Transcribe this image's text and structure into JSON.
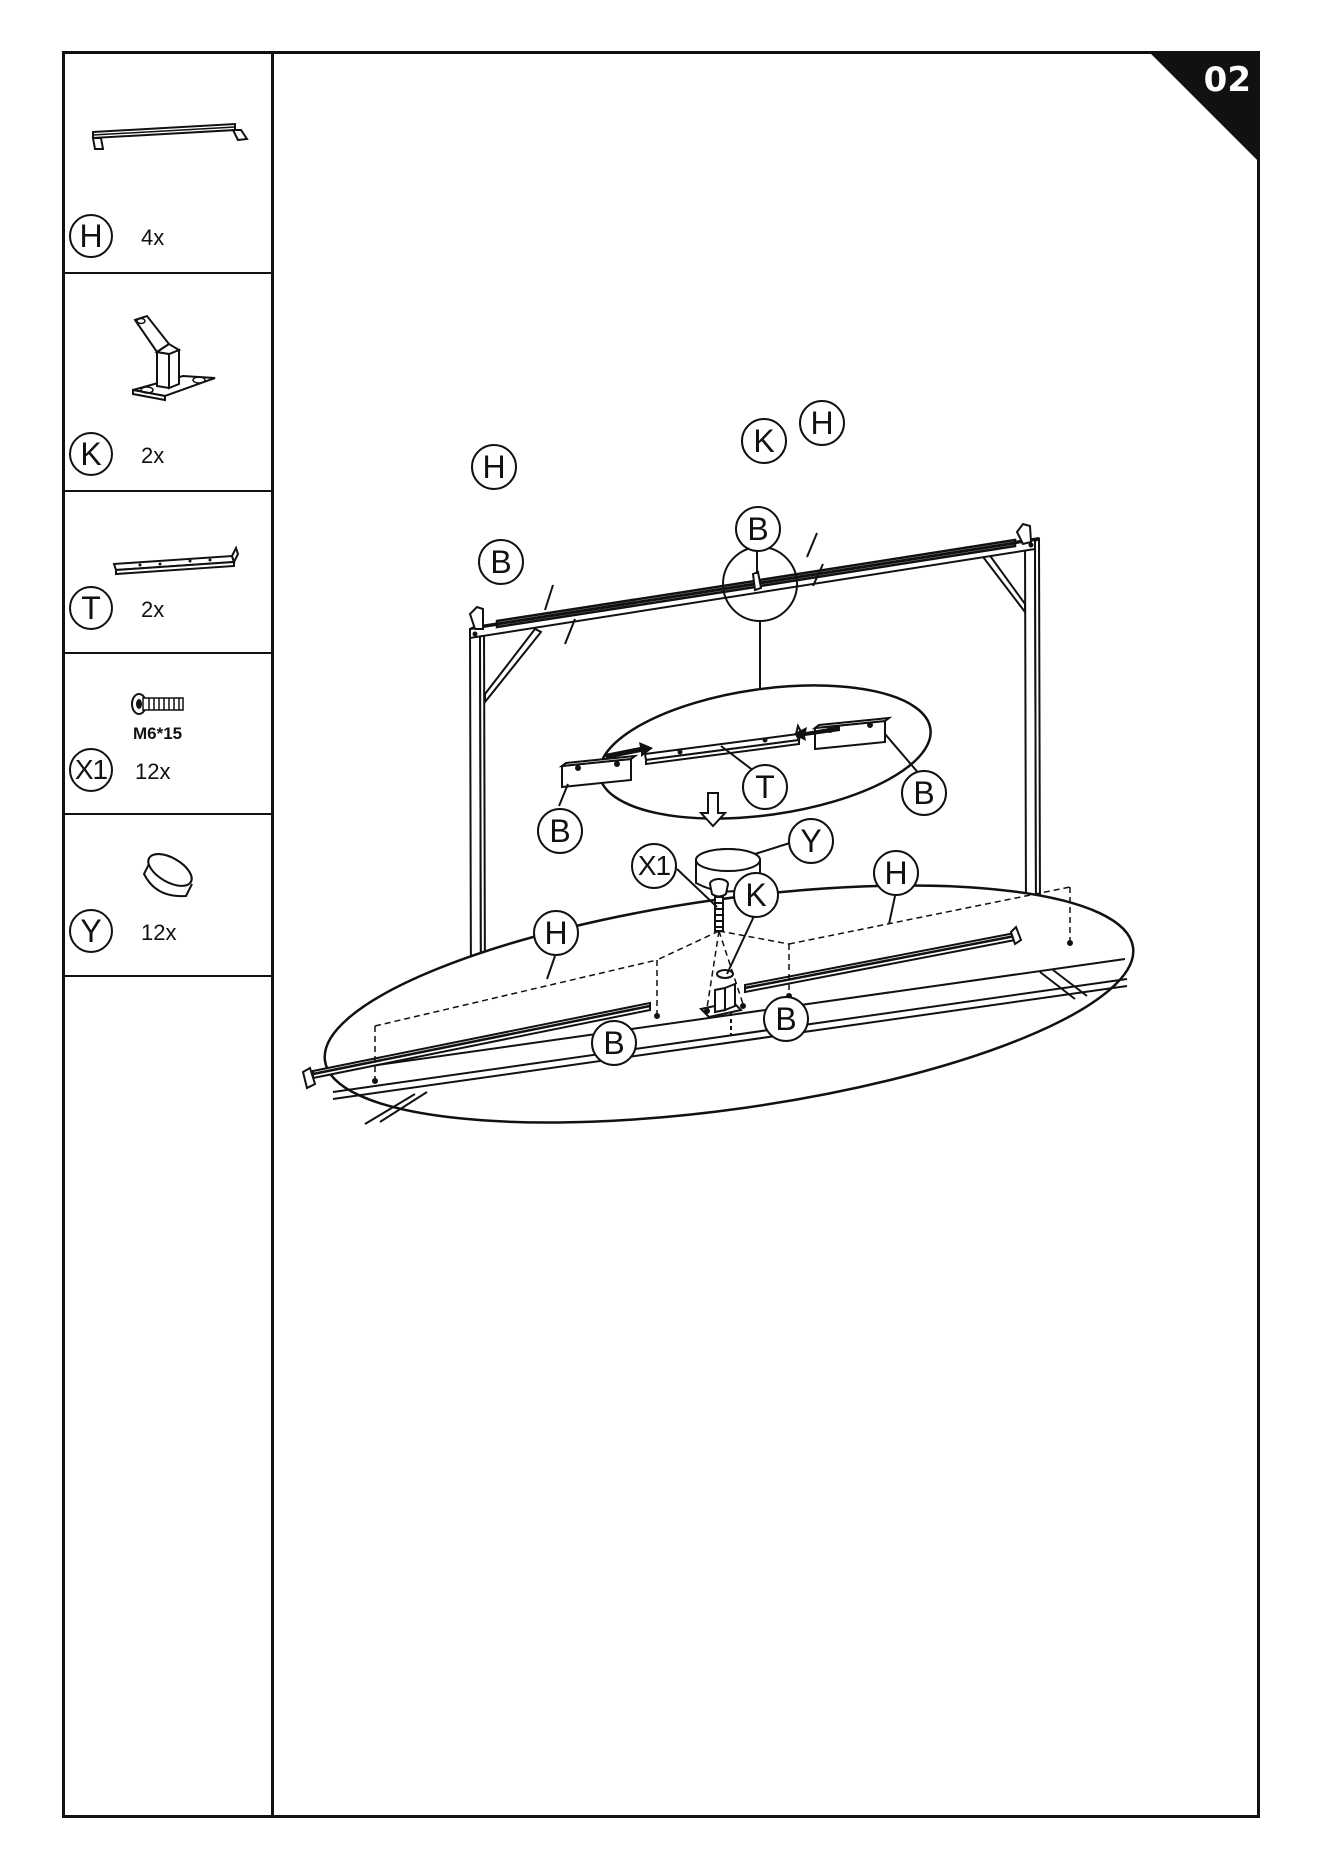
{
  "page": {
    "number": "02"
  },
  "parts": [
    {
      "letter": "H",
      "quantity": "4x",
      "icon": "roof-rail-icon"
    },
    {
      "letter": "K",
      "quantity": "2x",
      "icon": "bracket-icon"
    },
    {
      "letter": "T",
      "quantity": "2x",
      "icon": "connector-channel-icon"
    },
    {
      "letter": "X1",
      "quantity": "12x",
      "size": "M6*15",
      "icon": "bolt-icon"
    },
    {
      "letter": "Y",
      "quantity": "12x",
      "icon": "washer-cap-icon"
    }
  ],
  "callouts": {
    "frame_h_left": "H",
    "frame_h_right": "H",
    "frame_k": "K",
    "frame_b_left": "B",
    "frame_b_right": "B",
    "detail1_t": "T",
    "detail1_b_left": "B",
    "detail1_b_right": "B",
    "detail2_y": "Y",
    "detail2_x1": "X1",
    "detail2_k": "K",
    "detail2_h_left": "H",
    "detail2_h_right": "H",
    "detail2_b_left": "B",
    "detail2_b_right": "B"
  },
  "colors": {
    "line": "#111111",
    "background": "#ffffff"
  }
}
